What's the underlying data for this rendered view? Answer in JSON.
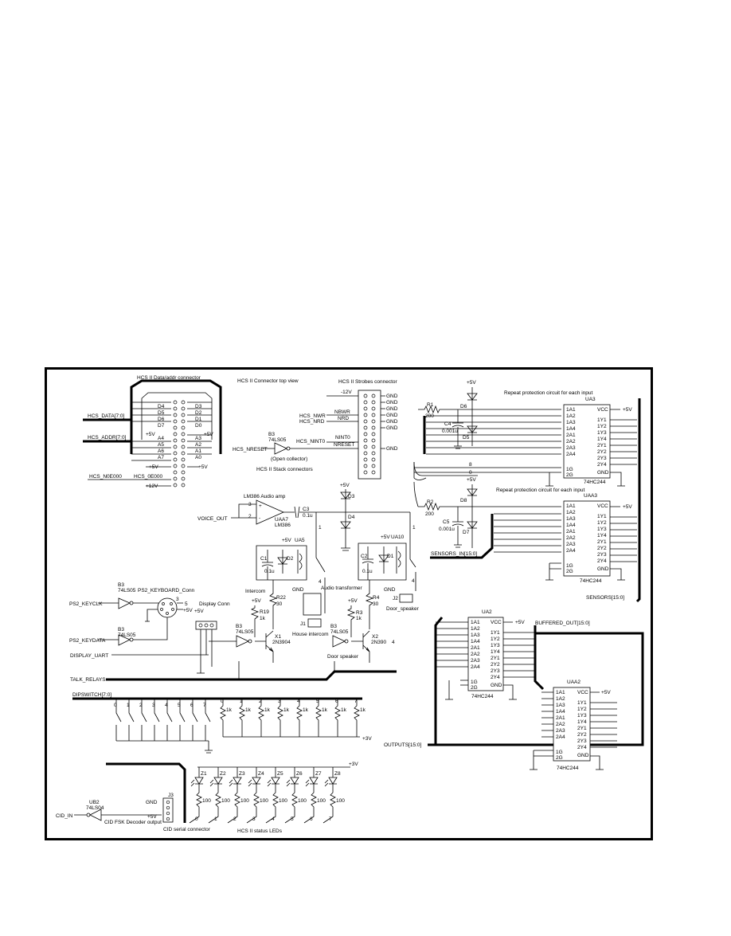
{
  "connectors": {
    "data_addr_title": "HCS II Data/addr connector",
    "top_view_title": "HCS II Connector top view",
    "strobes_title": "HCS II Strobes connector",
    "stack_title": "HCS II Stack connectors",
    "open_collector": "(Open collector)"
  },
  "buses": {
    "hcs_data": "HCS_DATA[7:0]",
    "hcs_addr": "HCS_ADDR[7:0]",
    "hcs_n0e000": "HCS_N0E000",
    "hcs_0e000": "HCS_0E000",
    "hcs_nwr": "HCS_NWR",
    "hcs_nrd": "HCS_NRD",
    "hcs_nint0": "HCS_NINT0",
    "hcs_nreset": "HCS_NRESET",
    "voice_out": "VOICE_OUT",
    "sensors_in": "SENSORS_IN[15:0]",
    "sensors": "SENSORS[15:0]",
    "buffered_out": "BUFFERED_OUT[15:0]",
    "outputs": "OUTPUTS[15:0]",
    "talk_relays": "TALK_RELAYS",
    "dipswitch": "DIPSWITCH[7:0]",
    "ps2_keyclk": "PS2_KEYCLK",
    "ps2_keydata": "PS2_KEYDATA",
    "display_uart": "DISPLAY_UART",
    "cid_in": "CID_IN"
  },
  "power": {
    "p5v": "+5V",
    "p3v": "+3V",
    "p12v": "+12V",
    "m12v": "-12V",
    "gnd": "GND"
  },
  "pins": {
    "d_left": [
      "D4",
      "D5",
      "D6",
      "D7"
    ],
    "d_right": [
      "D3",
      "D2",
      "D1",
      "D0"
    ],
    "a_left": [
      "A4",
      "A5",
      "A6",
      "A7"
    ],
    "a_right": [
      "A3",
      "A2",
      "A1",
      "A0"
    ],
    "nbwr": "NBWR",
    "nrd": "NRD",
    "nint0": "NINT0",
    "nreset": "NRESET"
  },
  "chips": {
    "b3": "B3",
    "ls05": "74LS05",
    "ua3": "UA3",
    "uaa3": "UAA3",
    "ua2": "UA2",
    "uaa2": "UAA2",
    "hc244": "74HC244",
    "lm386": "LM386",
    "lm386_title": "LM386 Audio amp",
    "uaa7": "UAA7",
    "ua5": "UA5",
    "ua10": "UA10",
    "ub2": "UB2",
    "ls04": "74LS04",
    "pin_names_left": [
      "1A1",
      "1A2",
      "1A3",
      "1A4",
      "2A1",
      "2A2",
      "2A3",
      "2A4",
      "1G",
      "2G"
    ],
    "pin_names_right": [
      "VCC",
      "1Y1",
      "1Y2",
      "1Y3",
      "1Y4",
      "2Y1",
      "2Y2",
      "2Y3",
      "2Y4",
      "GND"
    ]
  },
  "protection": {
    "note": "Repeat protection circuit for each input",
    "r1": "R1",
    "r2": "R2",
    "r200": "200",
    "c4": "C4",
    "c5": "C5",
    "c_val": "0.001u",
    "d5": "D5",
    "d6": "D6",
    "d7": "D7",
    "d8": "D8"
  },
  "audio": {
    "c3": "C3",
    "c3_val": "0.1u",
    "c1": "C1",
    "c2": "C2",
    "c_val": "0.1u",
    "d1": "D1",
    "d2": "D2",
    "d3": "D3",
    "d4": "D4",
    "intercom": "Intercom",
    "audio_transformer": "Audio transformer",
    "house_intercom": "House intercom",
    "door_speaker": "Door speaker",
    "door_speaker2": "Door_speaker",
    "j1": "J1",
    "j2": "J2",
    "r19": "R19",
    "r22": "R22",
    "r3": "R3",
    "r4": "R4",
    "r1k": "1k",
    "r30": "30",
    "x1": "X1",
    "x2": "X2",
    "q1": "2N3904",
    "q2": "2N390",
    "pin4": "4"
  },
  "misc": {
    "ps2_conn": "PS2_KEYBOARD_Conn",
    "display_conn": "Display Conn",
    "j3": "J3",
    "cid_note": "CID FSK Decoder output",
    "cid_serial": "CID serial connector",
    "leds_title": "HCS II status LEDs",
    "zeners": [
      "Z1",
      "Z2",
      "Z3",
      "Z4",
      "Z5",
      "Z6",
      "Z7",
      "Z8"
    ],
    "r100": "100",
    "bits": [
      "0",
      "1",
      "2",
      "3",
      "4",
      "5",
      "6",
      "7"
    ]
  }
}
